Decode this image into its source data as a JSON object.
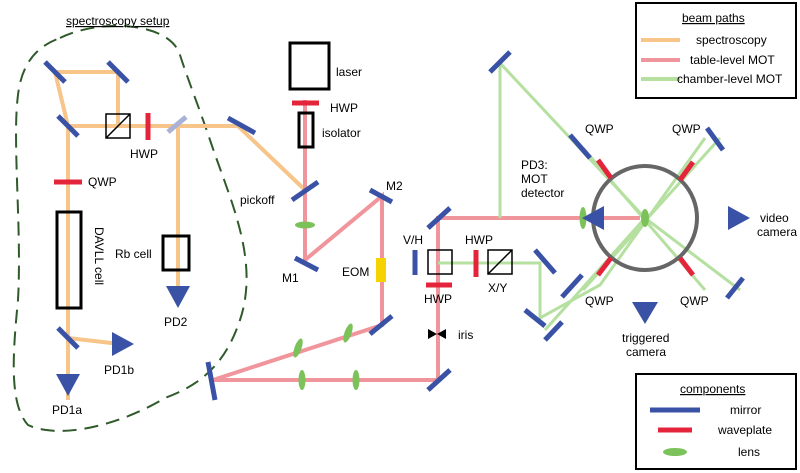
{
  "diagram_title": "spectroscopy setup",
  "colors": {
    "spectroscopy": "#f7c48a",
    "table_mot": "#f0959b",
    "chamber_mot": "#b5e0a0",
    "mirror": "#3a52a6",
    "waveplate": "#e3243b",
    "lens": "#7cc25a",
    "dashed_outline": "#2f5a2a",
    "eom": "#f5d200",
    "chamber": "#666666"
  },
  "labels": {
    "laser": "laser",
    "hwp_laser": "HWP",
    "isolator": "isolator",
    "pickoff": "pickoff",
    "m1": "M1",
    "m2": "M2",
    "eom": "EOM",
    "hwp_spec": "HWP",
    "qwp_spec": "QWP",
    "davll": "DAVLL cell",
    "rb_cell": "Rb cell",
    "pd1a": "PD1a",
    "pd1b": "PD1b",
    "pd2": "PD2",
    "vh": "V/H",
    "hwp_top": "HWP",
    "hwp_bottom": "HWP",
    "xy": "X/Y",
    "iris": "iris",
    "pd3_line1": "PD3:",
    "pd3_line2": "MOT",
    "pd3_line3": "detector",
    "qwp_tl": "QWP",
    "qwp_tr": "QWP",
    "qwp_bl": "QWP",
    "qwp_br": "QWP",
    "video_line1": "video",
    "video_line2": "camera",
    "trig_line1": "triggered",
    "trig_line2": "camera"
  },
  "legend_beams": {
    "title": "beam paths",
    "items": [
      {
        "label": "spectroscopy"
      },
      {
        "label": "table-level MOT"
      },
      {
        "label": "chamber-level MOT"
      }
    ]
  },
  "legend_components": {
    "title": "components",
    "items": [
      {
        "label": "mirror"
      },
      {
        "label": "waveplate"
      },
      {
        "label": "lens"
      }
    ]
  }
}
